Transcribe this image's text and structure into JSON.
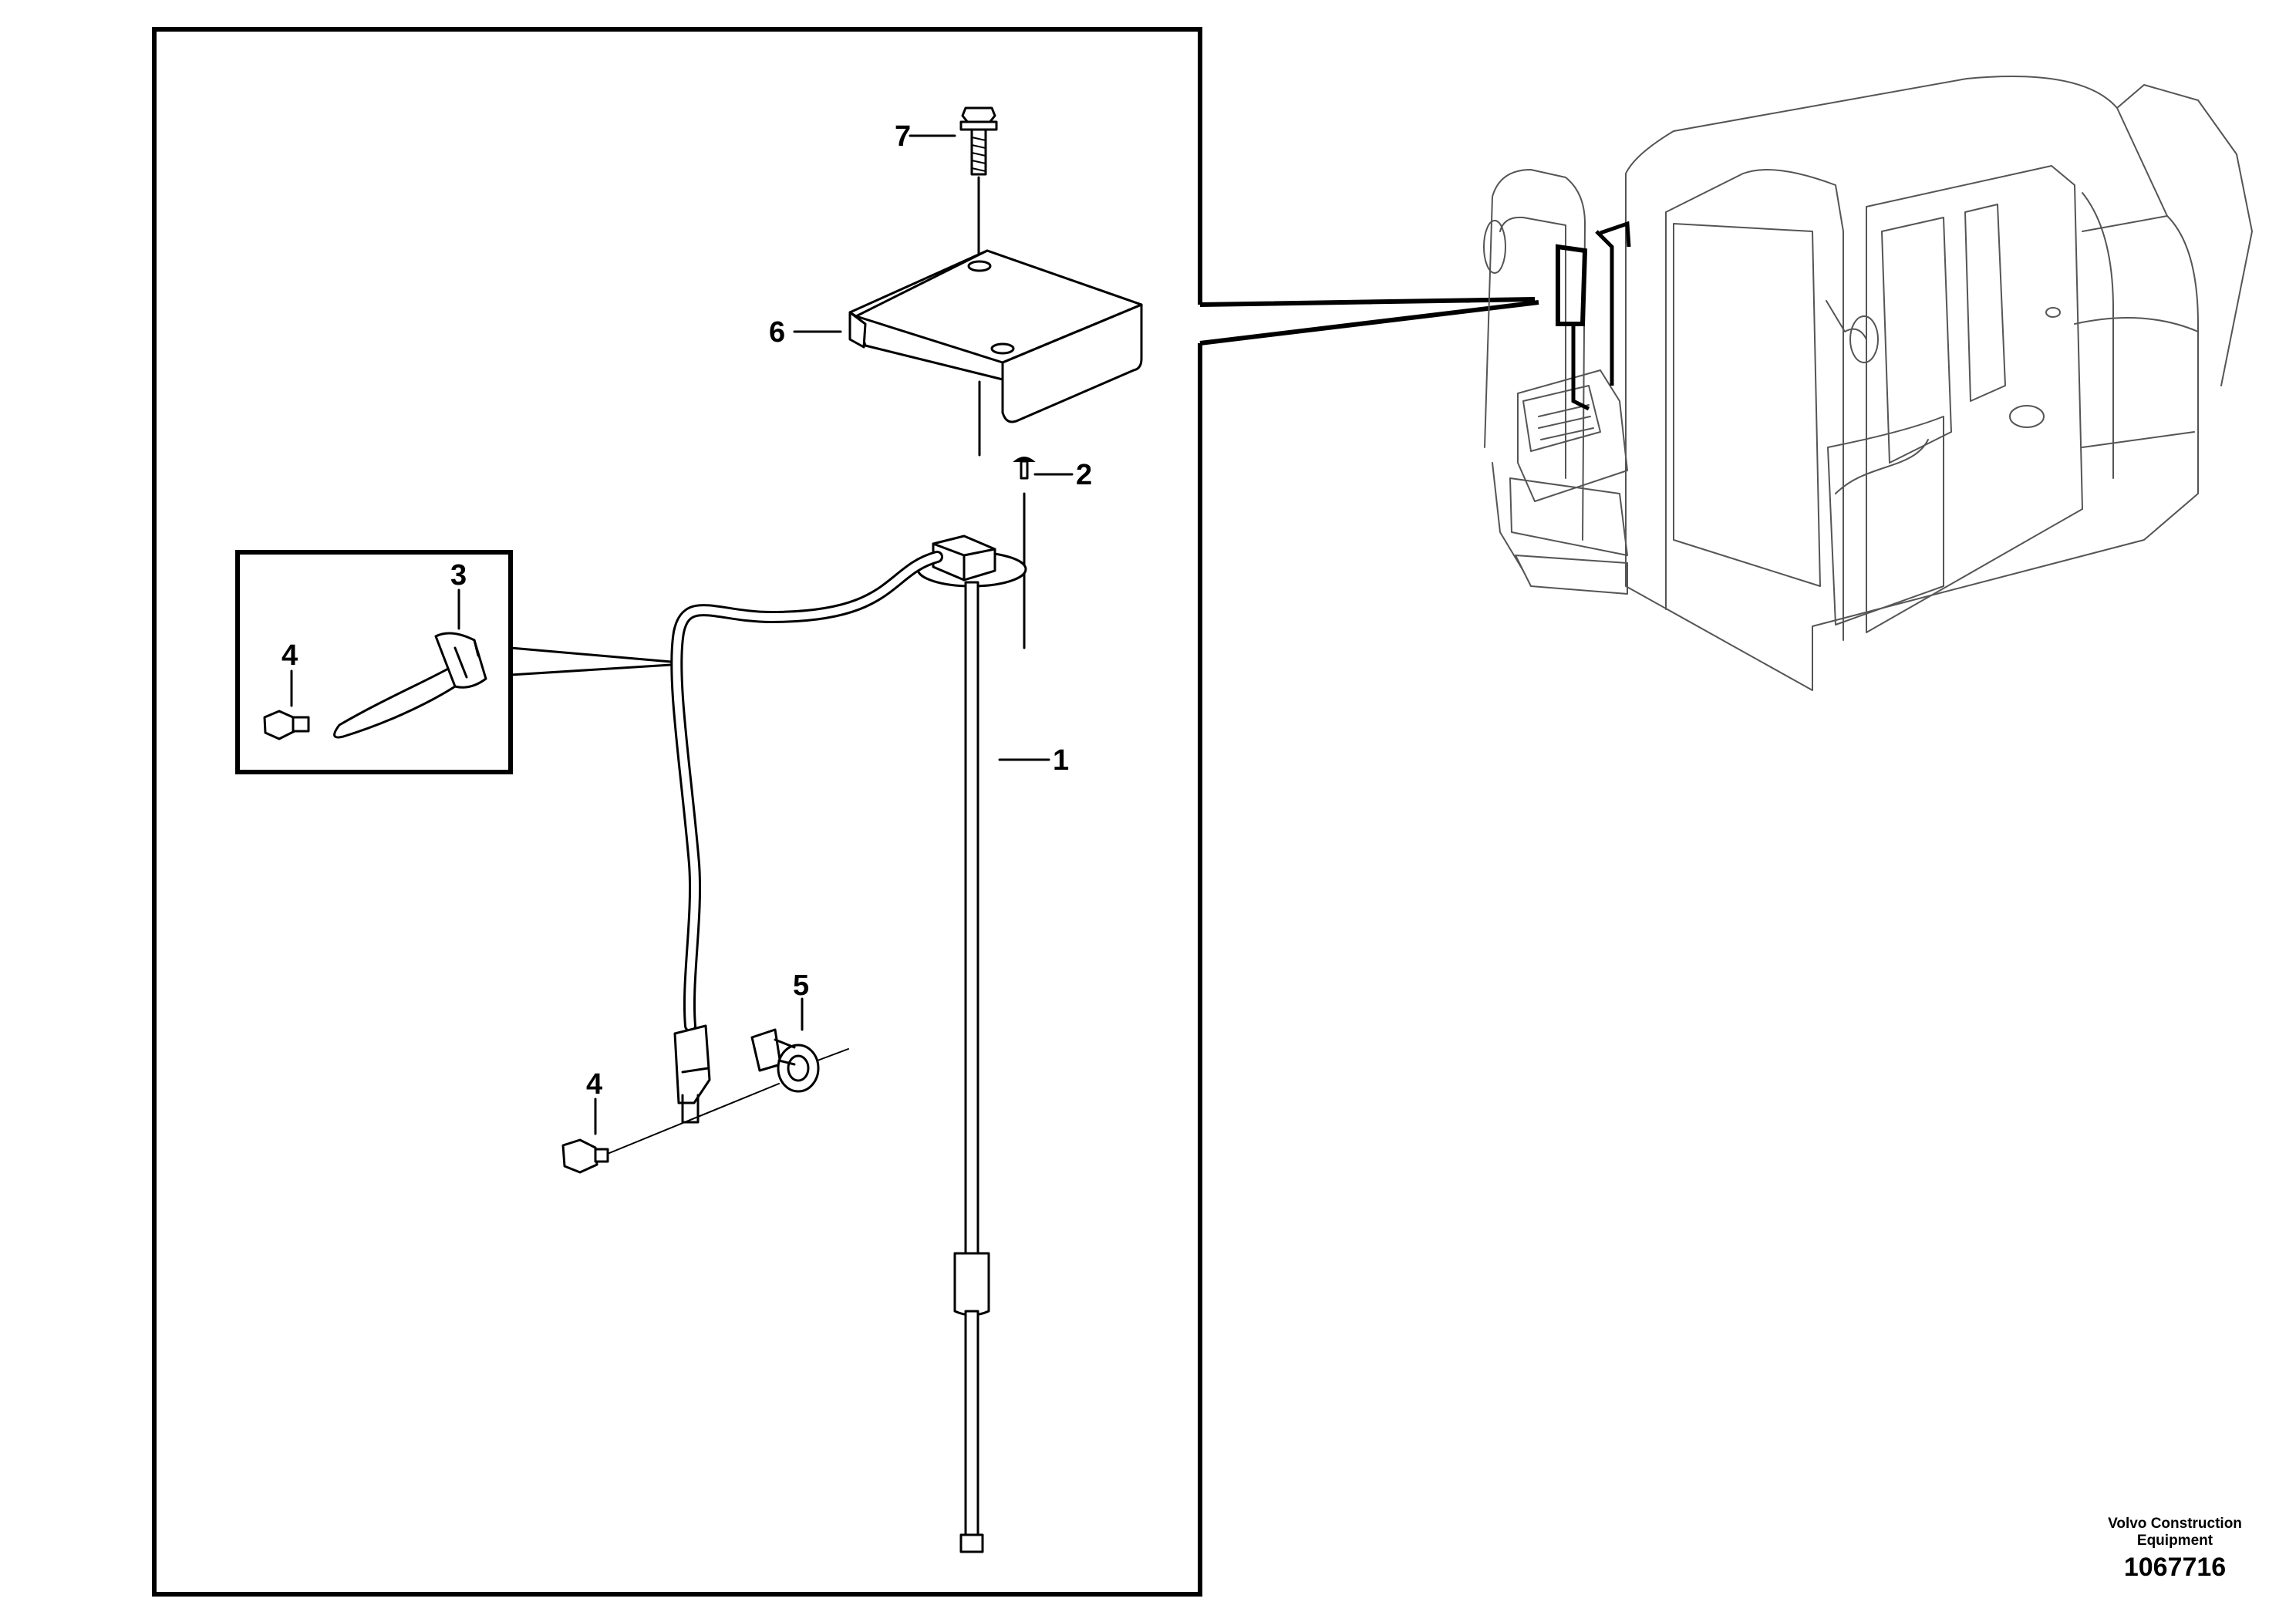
{
  "callouts": {
    "c1": "1",
    "c2": "2",
    "c3": "3",
    "c4a": "4",
    "c4b": "4",
    "c5": "5",
    "c6": "6",
    "c7": "7"
  },
  "footer": {
    "brand_line1": "Volvo Construction",
    "brand_line2": "Equipment",
    "document_number": "1067716"
  }
}
